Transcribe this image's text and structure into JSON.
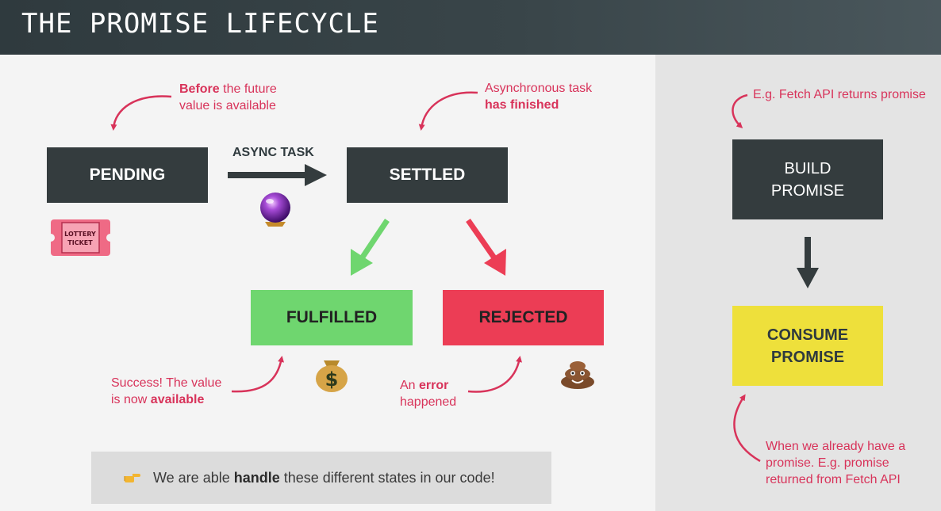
{
  "header": {
    "title": "THE PROMISE LIFECYCLE"
  },
  "states": {
    "pending": "PENDING",
    "settled": "SETTLED",
    "fulfilled": "FULFILLED",
    "rejected": "REJECTED"
  },
  "async_task_label": "ASYNC TASK",
  "notes": {
    "before": {
      "bold": "Before",
      "rest": " the future",
      "line2": "value is available"
    },
    "finished": {
      "line1": "Asynchronous task",
      "bold": "has finished"
    },
    "success": {
      "line1": "Success! The value",
      "prefix": "is now ",
      "bold": "available"
    },
    "error": {
      "prefix": "An ",
      "bold": "error",
      "line2": "happened"
    }
  },
  "ticket_text": {
    "line1": "LOTTERY",
    "line2": "TICKET"
  },
  "footer": {
    "prefix": "We are able ",
    "bold": "handle",
    "suffix": " these different states in our code!"
  },
  "side": {
    "fetch_note": "E.g. Fetch API returns promise",
    "build": "BUILD\nPROMISE",
    "consume": "CONSUME\nPROMISE",
    "already_note": {
      "line1": "When we already have a",
      "line2": "promise. E.g. promise",
      "line3": "returned from Fetch API"
    }
  },
  "colors": {
    "dark_box": "#343c3e",
    "fulfilled": "#6fd66f",
    "rejected": "#ec3d55",
    "consume": "#eee03b",
    "note": "#d8335a"
  },
  "icons": [
    "crystal-ball-icon",
    "lottery-ticket-icon",
    "money-bag-icon",
    "poop-icon",
    "pointing-hand-icon"
  ]
}
